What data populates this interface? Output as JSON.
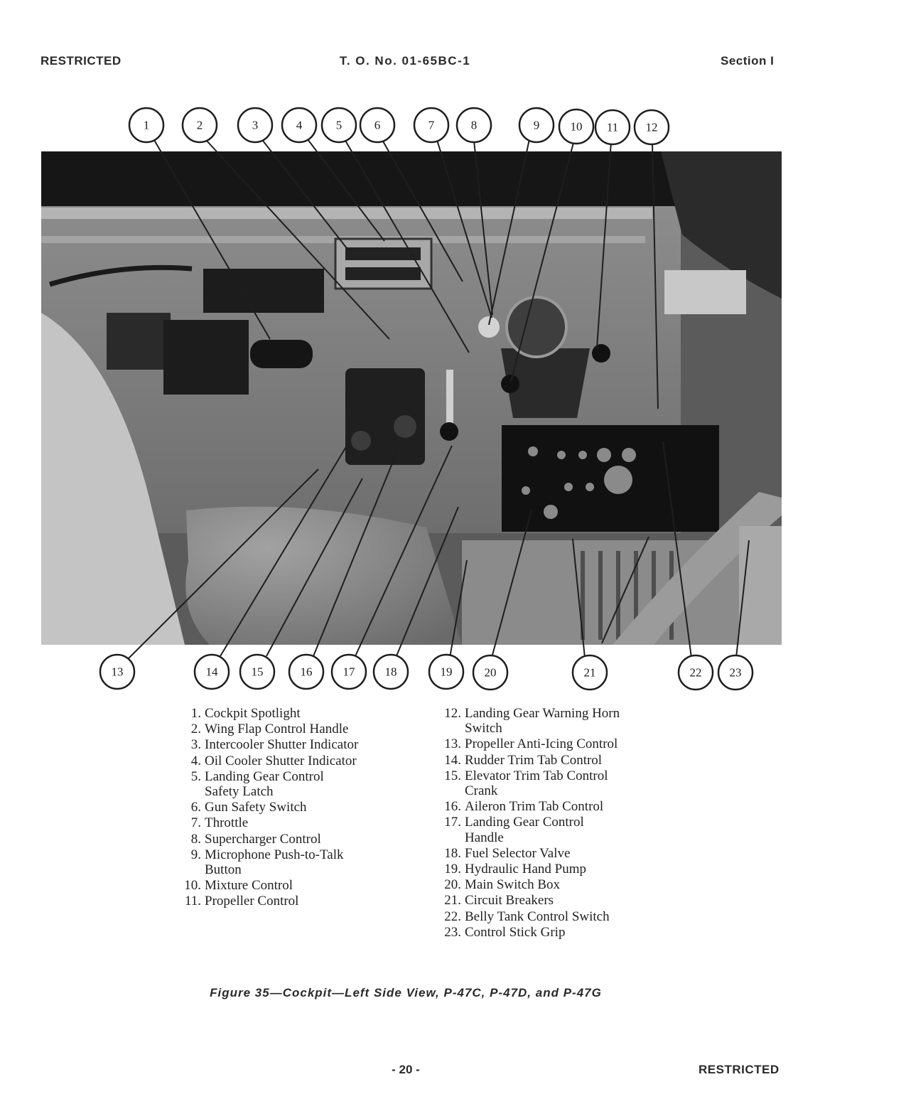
{
  "header": {
    "left": "RESTRICTED",
    "center": "T. O. No. 01-65BC-1",
    "right": "Section I"
  },
  "callouts_top": [
    "1",
    "2",
    "3",
    "4",
    "5",
    "6",
    "7",
    "8",
    "9",
    "10",
    "11",
    "12"
  ],
  "callouts_bottom": [
    "13",
    "14",
    "15",
    "16",
    "17",
    "18",
    "19",
    "20",
    "21",
    "22",
    "23"
  ],
  "legend_left": [
    {
      "num": "1.",
      "text": "Cockpit Spotlight"
    },
    {
      "num": "2.",
      "text": "Wing Flap Control Handle"
    },
    {
      "num": "3.",
      "text": "Intercooler Shutter Indicator"
    },
    {
      "num": "4.",
      "text": "Oil Cooler Shutter Indicator"
    },
    {
      "num": "5.",
      "text": "Landing Gear Control Safety Latch"
    },
    {
      "num": "6.",
      "text": "Gun Safety Switch"
    },
    {
      "num": "7.",
      "text": "Throttle"
    },
    {
      "num": "8.",
      "text": "Supercharger Control"
    },
    {
      "num": "9.",
      "text": "Microphone Push-to-Talk Button"
    },
    {
      "num": "10.",
      "text": "Mixture Control"
    },
    {
      "num": "11.",
      "text": "Propeller Control"
    }
  ],
  "legend_right": [
    {
      "num": "12.",
      "text": "Landing Gear Warning Horn Switch"
    },
    {
      "num": "13.",
      "text": "Propeller Anti-Icing Control"
    },
    {
      "num": "14.",
      "text": "Rudder Trim Tab Control"
    },
    {
      "num": "15.",
      "text": "Elevator Trim Tab Control Crank"
    },
    {
      "num": "16.",
      "text": "Aileron Trim Tab Control"
    },
    {
      "num": "17.",
      "text": "Landing Gear Control Handle"
    },
    {
      "num": "18.",
      "text": "Fuel Selector Valve"
    },
    {
      "num": "19.",
      "text": "Hydraulic Hand Pump"
    },
    {
      "num": "20.",
      "text": "Main Switch Box"
    },
    {
      "num": "21.",
      "text": "Circuit Breakers"
    },
    {
      "num": "22.",
      "text": "Belly Tank Control Switch"
    },
    {
      "num": "23.",
      "text": "Control Stick Grip"
    }
  ],
  "caption": "Figure 35—Cockpit—Left Side View, P-47C, P-47D, and P-47G",
  "footer": {
    "page": "- 20 -",
    "right": "RESTRICTED"
  }
}
